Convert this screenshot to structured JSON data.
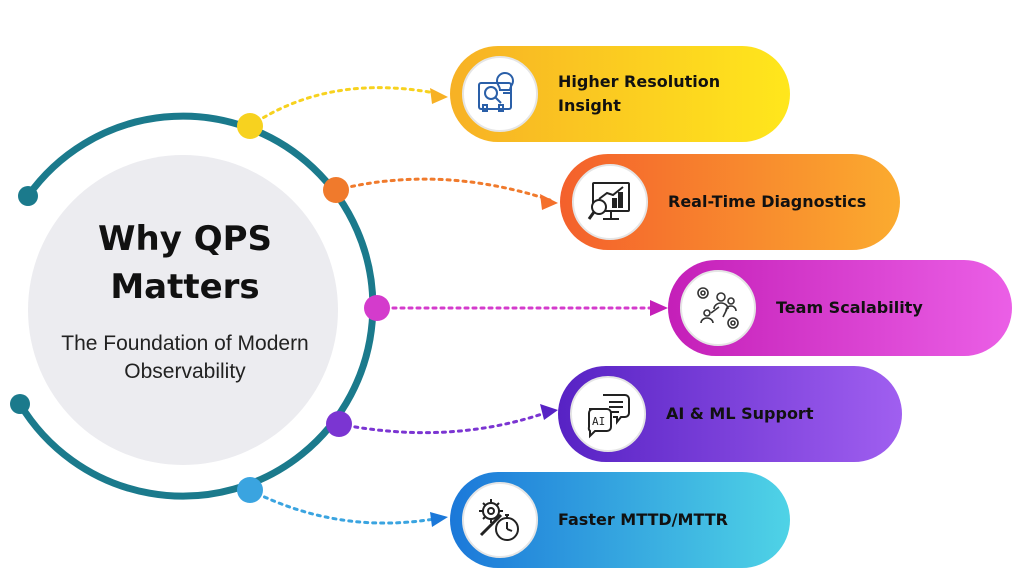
{
  "center": {
    "title": "Why QPS Matters",
    "subtitle": "The Foundation of Modern Observability"
  },
  "items": [
    {
      "label": "Higher Resolution Insight",
      "icon": "analytics-lightbulb-icon",
      "gradient": [
        "#f7b125",
        "#ffe71c"
      ],
      "dot_color": "#f7d21f"
    },
    {
      "label": "Real-Time Diagnostics",
      "icon": "chart-magnifier-icon",
      "gradient": [
        "#f4602c",
        "#fbab2f"
      ],
      "dot_color": "#f07a2c"
    },
    {
      "label": "Team Scalability",
      "icon": "team-network-icon",
      "gradient": [
        "#c41fb8",
        "#eb5fe6"
      ],
      "dot_color": "#d43bcc"
    },
    {
      "label": "AI & ML Support",
      "icon": "ai-chat-icon",
      "gradient": [
        "#5722c4",
        "#a05ff0"
      ],
      "dot_color": "#7b35d2"
    },
    {
      "label": "Faster MTTD/MTTR",
      "icon": "gear-stopwatch-icon",
      "gradient": [
        "#1b78d9",
        "#4fd3e6"
      ],
      "dot_color": "#3aa4e0"
    }
  ],
  "colors": {
    "ring": "#1b7a8c",
    "circle_fill": "#ececf0"
  }
}
